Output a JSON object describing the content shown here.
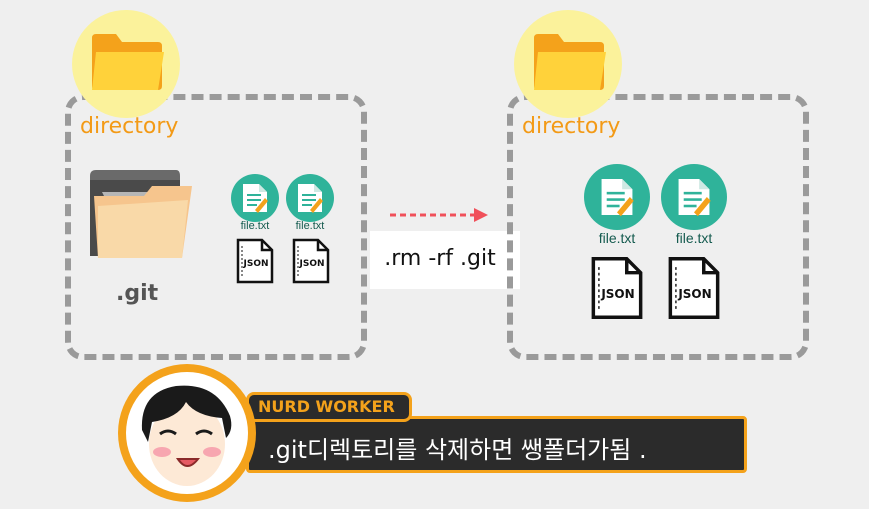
{
  "left": {
    "directory_label": "directory",
    "git_label": ".git",
    "files": [
      {
        "label": "file.txt",
        "icon": "text-file-icon"
      },
      {
        "label": "file.txt",
        "icon": "text-file-icon"
      }
    ],
    "json_files": [
      {
        "label": "JSON",
        "icon": "json-file-icon"
      },
      {
        "label": "JSON",
        "icon": "json-file-icon"
      }
    ]
  },
  "right": {
    "directory_label": "directory",
    "files": [
      {
        "label": "file.txt",
        "icon": "text-file-icon"
      },
      {
        "label": "file.txt",
        "icon": "text-file-icon"
      }
    ],
    "json_files": [
      {
        "label": "JSON",
        "icon": "json-file-icon"
      },
      {
        "label": "JSON",
        "icon": "json-file-icon"
      }
    ]
  },
  "command": ".rm -rf .git",
  "speaker": {
    "name": "NURD WORKER",
    "caption": ".git디렉토리를 삭제하면 쌩폴더가됨 ."
  },
  "colors": {
    "accent": "#f4a21b",
    "directory_text": "#f39a16",
    "file_circle": "#2fb39a",
    "dashed_border": "#9a9a9a",
    "arrow": "#f0505a"
  }
}
